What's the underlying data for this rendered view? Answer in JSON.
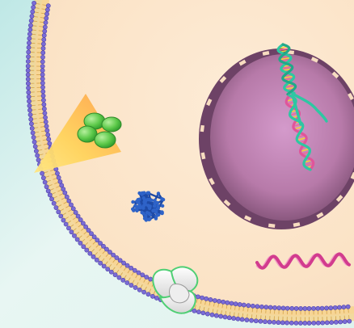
{
  "scene": {
    "subject": "Cell",
    "components": [
      {
        "name": "cell-membrane",
        "kind": "phospholipid-bilayer"
      },
      {
        "name": "nucleus",
        "kind": "nucleus-with-pores"
      },
      {
        "name": "dna-replication",
        "kind": "dna-double-helix"
      },
      {
        "name": "mrna-strand",
        "kind": "rna-helix"
      },
      {
        "name": "protein-cluster",
        "kind": "folded-protein"
      },
      {
        "name": "vesicle-uptake",
        "kind": "endocytosis-cone"
      },
      {
        "name": "membrane-channel",
        "kind": "transport-protein"
      }
    ]
  },
  "colors": {
    "extracellular_left": "#c9ebe8",
    "extracellular_bottom": "#d6f0ec",
    "cytoplasm": "#fbe6cf",
    "membrane_head": "#7a6cd6",
    "membrane_tail": "#f0c060",
    "nucleus_outer": "#7a4c74",
    "nucleus_inner": "#c48bbd",
    "dna_strand": "#2ec7a2",
    "dna_strand_b": "#e0559a",
    "rna": "#d23c8e",
    "protein": "#2e63c8",
    "vesicle": "#6ad05a",
    "channel": "#e7e7e7"
  }
}
